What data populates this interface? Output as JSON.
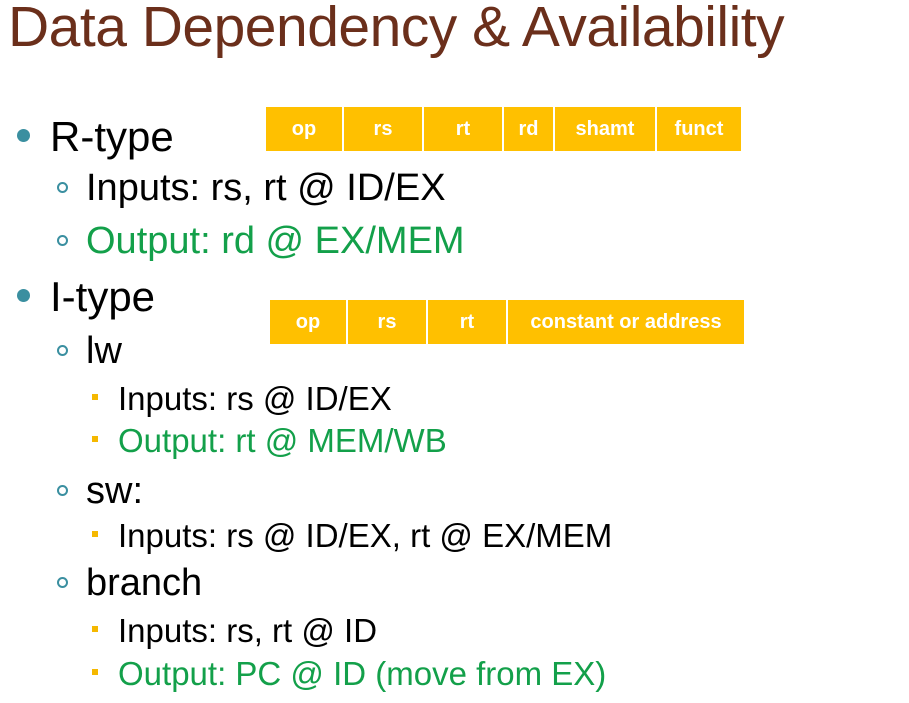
{
  "title": "Data Dependency & Availability",
  "colors": {
    "title": "#6b2f1b",
    "green": "#13a04a",
    "l1_bullet": "#3a8fa0",
    "l3_bullet": "#f5b800",
    "format_fill": "#ffc000"
  },
  "rtype": {
    "heading": "R-type",
    "inputs": "Inputs: rs, rt @ ID/EX",
    "output": "Output: rd @ EX/MEM",
    "format": [
      "op",
      "rs",
      "rt",
      "rd",
      "shamt",
      "funct"
    ]
  },
  "itype": {
    "heading": "I-type",
    "format": [
      "op",
      "rs",
      "rt",
      "constant or address"
    ],
    "lw": {
      "label": "lw",
      "inputs": "Inputs: rs @ ID/EX",
      "output": "Output: rt @ MEM/WB"
    },
    "sw": {
      "label": "sw:",
      "inputs": "Inputs: rs @ ID/EX, rt @ EX/MEM"
    },
    "branch": {
      "label": "branch",
      "inputs": "Inputs: rs, rt @ ID",
      "output": "Output: PC @ ID (move from EX)"
    }
  }
}
